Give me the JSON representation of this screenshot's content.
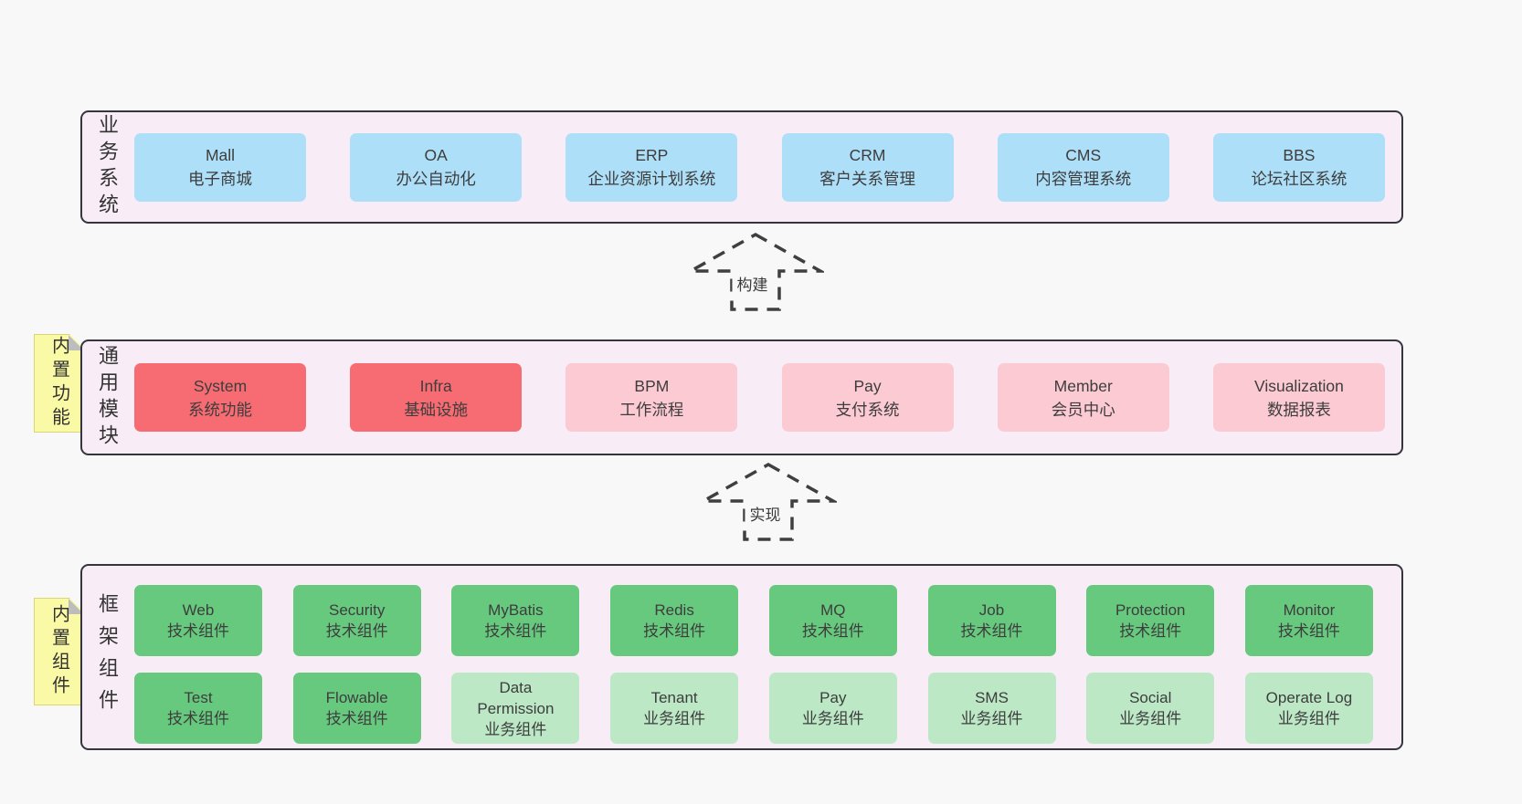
{
  "colors": {
    "page_bg": "#f8f8f8",
    "panel_bg": "#f8edf6",
    "panel_border": "#35353d",
    "box_blue": "#aedff8",
    "box_red": "#f76c72",
    "box_pink": "#fccad3",
    "box_green": "#67c97e",
    "box_green_light": "#bce8c6",
    "sticky_yellow": "#faf9a5",
    "sticky_fold_gray": "#bdbdbd",
    "text": "#3a3a3a"
  },
  "arrows": [
    {
      "label": "构建"
    },
    {
      "label": "实现"
    }
  ],
  "sections": [
    {
      "label": "业务系统",
      "boxes": [
        {
          "name": "Mall",
          "desc": "电子商城",
          "variant": "blue"
        },
        {
          "name": "OA",
          "desc": "办公自动化",
          "variant": "blue"
        },
        {
          "name": "ERP",
          "desc": "企业资源计划系统",
          "variant": "blue"
        },
        {
          "name": "CRM",
          "desc": "客户关系管理",
          "variant": "blue"
        },
        {
          "name": "CMS",
          "desc": "内容管理系统",
          "variant": "blue"
        },
        {
          "name": "BBS",
          "desc": "论坛社区系统",
          "variant": "blue"
        }
      ]
    },
    {
      "label": "通用模块",
      "sticky": "内置功能",
      "boxes": [
        {
          "name": "System",
          "desc": "系统功能",
          "variant": "red"
        },
        {
          "name": "Infra",
          "desc": "基础设施",
          "variant": "red"
        },
        {
          "name": "BPM",
          "desc": "工作流程",
          "variant": "pink"
        },
        {
          "name": "Pay",
          "desc": "支付系统",
          "variant": "pink"
        },
        {
          "name": "Member",
          "desc": "会员中心",
          "variant": "pink"
        },
        {
          "name": "Visualization",
          "desc": "数据报表",
          "variant": "pink"
        }
      ]
    },
    {
      "label": "框架组件",
      "sticky": "内置组件",
      "rows": [
        [
          {
            "name": "Web",
            "desc": "技术组件",
            "variant": "green"
          },
          {
            "name": "Security",
            "desc": "技术组件",
            "variant": "green"
          },
          {
            "name": "MyBatis",
            "desc": "技术组件",
            "variant": "green"
          },
          {
            "name": "Redis",
            "desc": "技术组件",
            "variant": "green"
          },
          {
            "name": "MQ",
            "desc": "技术组件",
            "variant": "green"
          },
          {
            "name": "Job",
            "desc": "技术组件",
            "variant": "green"
          },
          {
            "name": "Protection",
            "desc": "技术组件",
            "variant": "green"
          },
          {
            "name": "Monitor",
            "desc": "技术组件",
            "variant": "green"
          }
        ],
        [
          {
            "name": "Test",
            "desc": "技术组件",
            "variant": "green"
          },
          {
            "name": "Flowable",
            "desc": "技术组件",
            "variant": "green"
          },
          {
            "name": "Data Permission",
            "desc": "业务组件",
            "variant": "green-light"
          },
          {
            "name": "Tenant",
            "desc": "业务组件",
            "variant": "green-light"
          },
          {
            "name": "Pay",
            "desc": "业务组件",
            "variant": "green-light"
          },
          {
            "name": "SMS",
            "desc": "业务组件",
            "variant": "green-light"
          },
          {
            "name": "Social",
            "desc": "业务组件",
            "variant": "green-light"
          },
          {
            "name": "Operate Log",
            "desc": "业务组件",
            "variant": "green-light"
          }
        ]
      ]
    }
  ]
}
